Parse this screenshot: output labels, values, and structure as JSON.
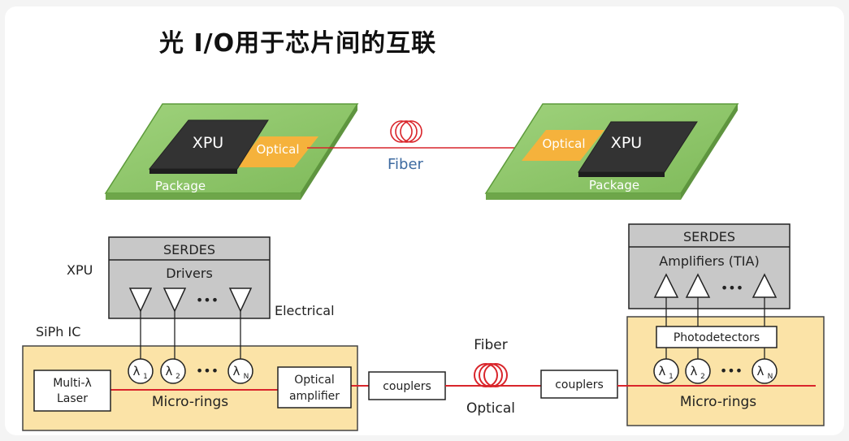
{
  "title": "光 I/O用于芯片间的互联",
  "top": {
    "left_package": {
      "chip": "XPU",
      "optical": "Optical",
      "package": "Package"
    },
    "right_package": {
      "chip": "XPU",
      "optical": "Optical",
      "package": "Package"
    },
    "fiber": "Fiber"
  },
  "bottom": {
    "left": {
      "xpu_label": "XPU",
      "siph_label": "SiPh IC",
      "serdes": "SERDES",
      "drivers": "Drivers",
      "electrical": "Electrical",
      "dots": "•••",
      "lambdas": [
        {
          "sym": "λ",
          "sub": "1"
        },
        {
          "sym": "λ",
          "sub": "2"
        },
        {
          "sym": "λ",
          "sub": "N"
        }
      ],
      "laser_line1": "Multi-λ",
      "laser_line2": "Laser",
      "microrings": "Micro-rings",
      "amp_line1": "Optical",
      "amp_line2": "amplifier",
      "couplers": "couplers"
    },
    "middle": {
      "fiber": "Fiber",
      "optical": "Optical"
    },
    "right": {
      "couplers": "couplers",
      "serdes": "SERDES",
      "amplifiers": "Amplifiers (TIA)",
      "dots": "•••",
      "photodetectors": "Photodetectors",
      "lambdas": [
        {
          "sym": "λ",
          "sub": "1"
        },
        {
          "sym": "λ",
          "sub": "2"
        },
        {
          "sym": "λ",
          "sub": "N"
        }
      ],
      "microrings": "Micro-rings"
    }
  },
  "colors": {
    "package_green": "#8dc56a",
    "optical_orange": "#f5b23c",
    "chip_dark": "#3a3a3a",
    "fiber_red": "#d9252b",
    "siph_yellow": "#fbe3a7",
    "serdes_gray": "#c8c8c8",
    "label_blue": "#3d6aa0"
  }
}
